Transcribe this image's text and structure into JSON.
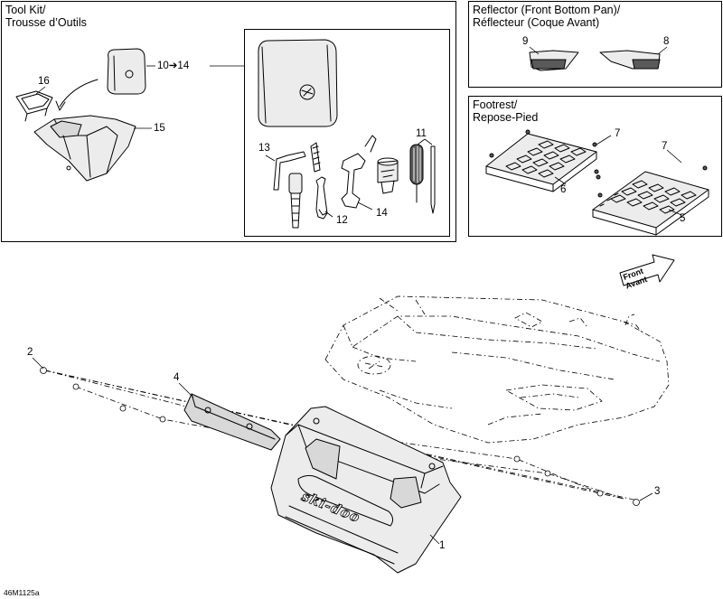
{
  "panels": {
    "tool_kit": {
      "title_line1": "Tool Kit/",
      "title_line2": "Trousse d’Outils"
    },
    "reflector": {
      "title_line1": "Reflector (Front Bottom Pan)/",
      "title_line2": "Réflecteur (Coque Avant)"
    },
    "footrest": {
      "title_line1": "Footrest/",
      "title_line2": "Repose-Pied"
    }
  },
  "callouts": {
    "tool_kit": {
      "n16": "16",
      "n15": "15",
      "range": "10➔14",
      "n13": "13",
      "n11": "11",
      "n12": "12",
      "n14": "14"
    },
    "reflector": {
      "n9": "9",
      "n8": "8"
    },
    "footrest": {
      "n7a": "7",
      "n7b": "7",
      "n6": "6",
      "n5": "5"
    },
    "main": {
      "n2": "2",
      "n4": "4",
      "n3": "3",
      "n1": "1"
    }
  },
  "direction_arrow": {
    "line1": "Front",
    "line2": "Avant"
  },
  "hood_logo": "ski-doo",
  "drawing_code": "46M1125a"
}
